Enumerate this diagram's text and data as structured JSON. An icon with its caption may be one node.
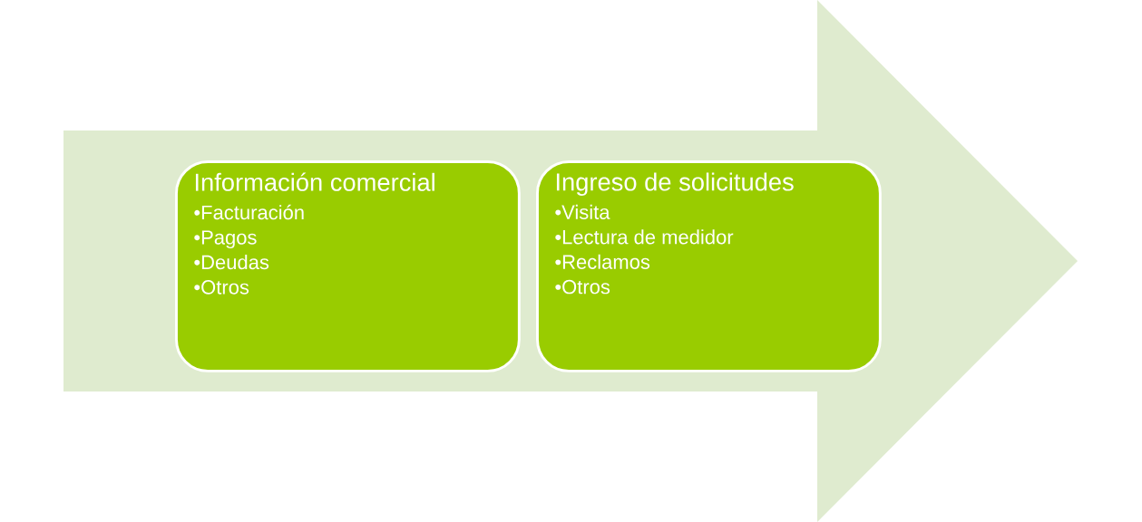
{
  "diagram": {
    "nodes": [
      {
        "text": [
          "Información comercial",
          "•Facturación",
          "•Pagos",
          "•Deudas",
          "•Otros"
        ]
      },
      {
        "text": [
          "Ingreso de solicitudes",
          "•Visita",
          "•Lectura de medidor",
          "•Reclamos",
          "•Otros"
        ]
      }
    ]
  }
}
